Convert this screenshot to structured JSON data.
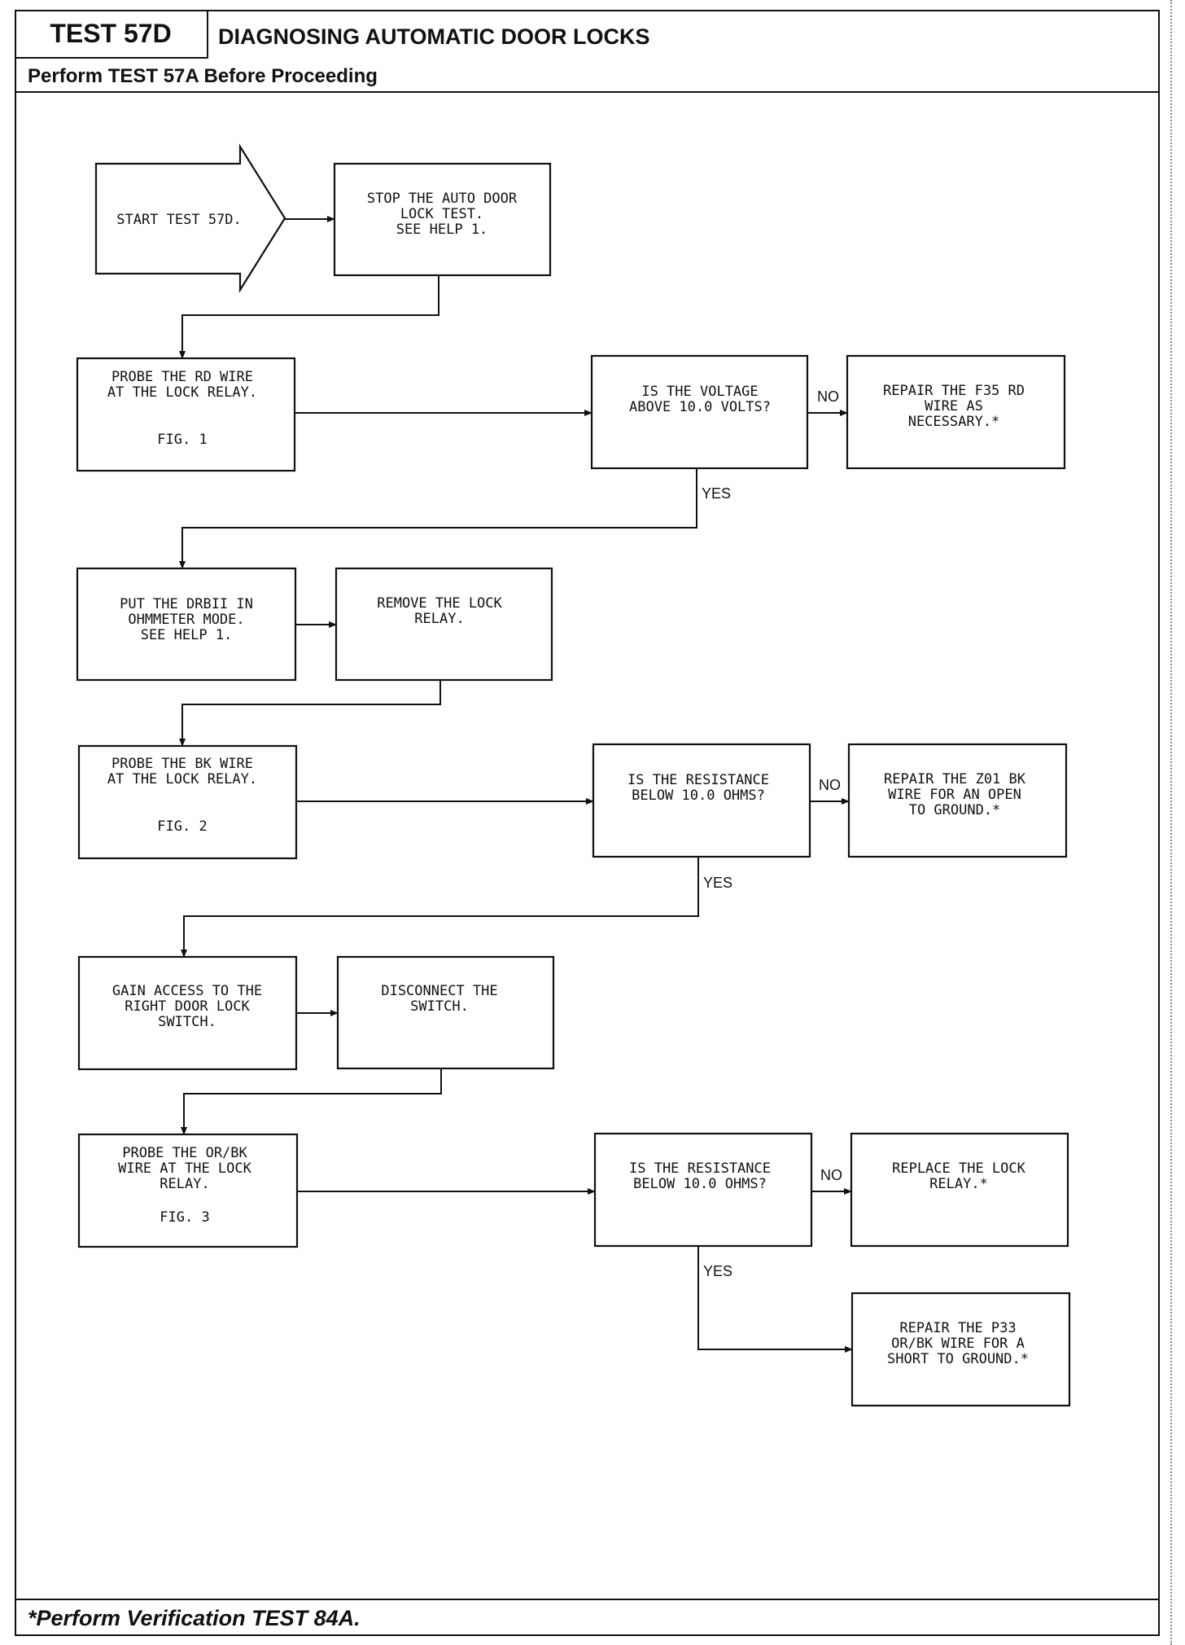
{
  "header": {
    "test_id": "TEST 57D",
    "title": "DIAGNOSING AUTOMATIC DOOR LOCKS",
    "prerequisite": "Perform TEST 57A Before Proceeding"
  },
  "footer": {
    "note": "*Perform Verification TEST 84A."
  },
  "flowchart": {
    "start": [
      "START TEST 57D."
    ],
    "stop_test": [
      "STOP THE AUTO DOOR",
      "LOCK TEST.",
      "SEE HELP 1."
    ],
    "probe_rd": [
      "PROBE THE RD WIRE",
      "AT THE LOCK RELAY.",
      "",
      "FIG. 1"
    ],
    "q_voltage": [
      "IS THE VOLTAGE",
      "ABOVE 10.0 VOLTS?"
    ],
    "repair_f35": [
      "REPAIR THE F35 RD",
      "WIRE AS",
      "NECESSARY.*"
    ],
    "put_drb": [
      "PUT THE DRBII IN",
      "OHMMETER MODE.",
      "SEE HELP 1."
    ],
    "remove_relay": [
      "REMOVE THE LOCK",
      "RELAY."
    ],
    "probe_bk": [
      "PROBE THE BK WIRE",
      "AT THE LOCK RELAY.",
      "",
      "FIG. 2"
    ],
    "q_resistance_1": [
      "IS THE RESISTANCE",
      "BELOW 10.0 OHMS?"
    ],
    "repair_z01": [
      "REPAIR THE Z01 BK",
      "WIRE FOR AN OPEN",
      "TO GROUND.*"
    ],
    "gain_access": [
      "GAIN ACCESS TO THE",
      "RIGHT DOOR LOCK",
      "SWITCH."
    ],
    "disconnect": [
      "DISCONNECT THE",
      "SWITCH."
    ],
    "probe_orbk": [
      "PROBE THE OR/BK",
      "WIRE AT THE LOCK",
      "RELAY.",
      "FIG. 3"
    ],
    "q_resistance_2": [
      "IS THE RESISTANCE",
      "BELOW 10.0 OHMS?"
    ],
    "replace_relay": [
      "REPLACE THE LOCK",
      "RELAY.*"
    ],
    "repair_p33": [
      "REPAIR THE P33",
      "OR/BK WIRE FOR A",
      "SHORT TO GROUND.*"
    ],
    "labels": {
      "no1": "NO",
      "yes1": "YES",
      "no2": "NO",
      "yes2": "YES",
      "no3": "NO",
      "yes3": "YES"
    }
  }
}
